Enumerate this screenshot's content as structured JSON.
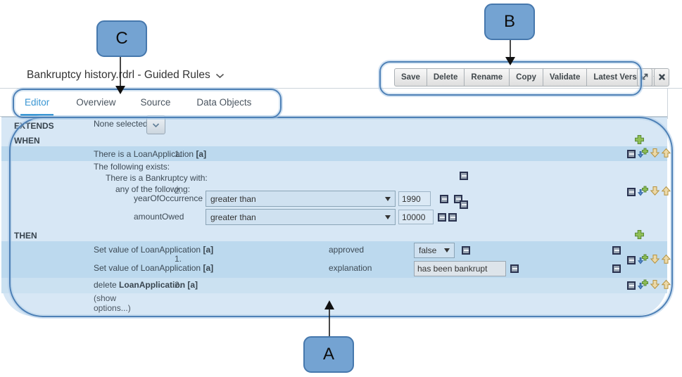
{
  "header": {
    "title": "Bankruptcy history.rdrl - Guided Rules"
  },
  "toolbar": {
    "buttons": [
      "Save",
      "Delete",
      "Rename",
      "Copy",
      "Validate"
    ],
    "version_button": "Latest Version"
  },
  "tabs": [
    {
      "label": "Editor",
      "active": true
    },
    {
      "label": "Overview",
      "active": false
    },
    {
      "label": "Source",
      "active": false
    },
    {
      "label": "Data Objects",
      "active": false
    }
  ],
  "extends_row": {
    "label": "EXTENDS",
    "value": "None selected"
  },
  "when": {
    "label": "WHEN",
    "row1": {
      "num": "1.",
      "text": "There is a LoanApplication ",
      "var": "[a]"
    },
    "row2": {
      "num": "2.",
      "line1": "The following exists:",
      "line2": "There is a Bankruptcy with:",
      "line3": "any of the following:",
      "constraints": [
        {
          "field": "yearOfOccurrence",
          "operator": "greater than",
          "value": "1990"
        },
        {
          "field": "amountOwed",
          "operator": "greater than",
          "value": "10000"
        }
      ]
    }
  },
  "then": {
    "label": "THEN",
    "row1": {
      "num": "1.",
      "actions": [
        {
          "text": "Set value of LoanApplication ",
          "var": "[a]",
          "field": "approved",
          "value": "false"
        },
        {
          "text": "Set value of LoanApplication ",
          "var": "[a]",
          "field": "explanation",
          "value": "has been bankrupt"
        }
      ]
    },
    "row2": {
      "num": "2.",
      "prefix": "delete ",
      "bold": "LoanApplication [a]"
    }
  },
  "show_options": "(show options...)",
  "callouts": {
    "a": "A",
    "b": "B",
    "c": "C"
  },
  "colors": {
    "accent_tab": "#3996d3",
    "panel_bg": "#d7e7f5",
    "row_highlight": "#bcd9ee",
    "row_highlight_light": "#cbe1f1",
    "callout_fill": "#74a3d2",
    "callout_border": "#4678ad",
    "outline_blue": "#4d80b6"
  }
}
